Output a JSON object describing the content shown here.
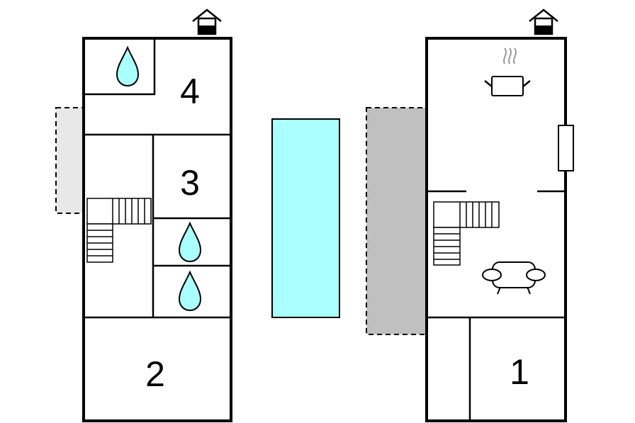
{
  "floors": [
    {
      "id": "upper",
      "rooms": [
        {
          "label": "4"
        },
        {
          "label": "3"
        },
        {
          "label": "2"
        }
      ]
    },
    {
      "id": "ground",
      "rooms": [
        {
          "label": "1"
        }
      ]
    }
  ],
  "colors": {
    "wall": "#000000",
    "pool": "#aaffff",
    "terrace": "#c0c0c0",
    "balcony": "#e8e8e8",
    "water_drop": "#aaffff"
  },
  "icons": [
    "house-icon",
    "water-drop-icon",
    "stairs-icon",
    "cooking-pot-icon",
    "sofa-icon",
    "window-icon"
  ]
}
